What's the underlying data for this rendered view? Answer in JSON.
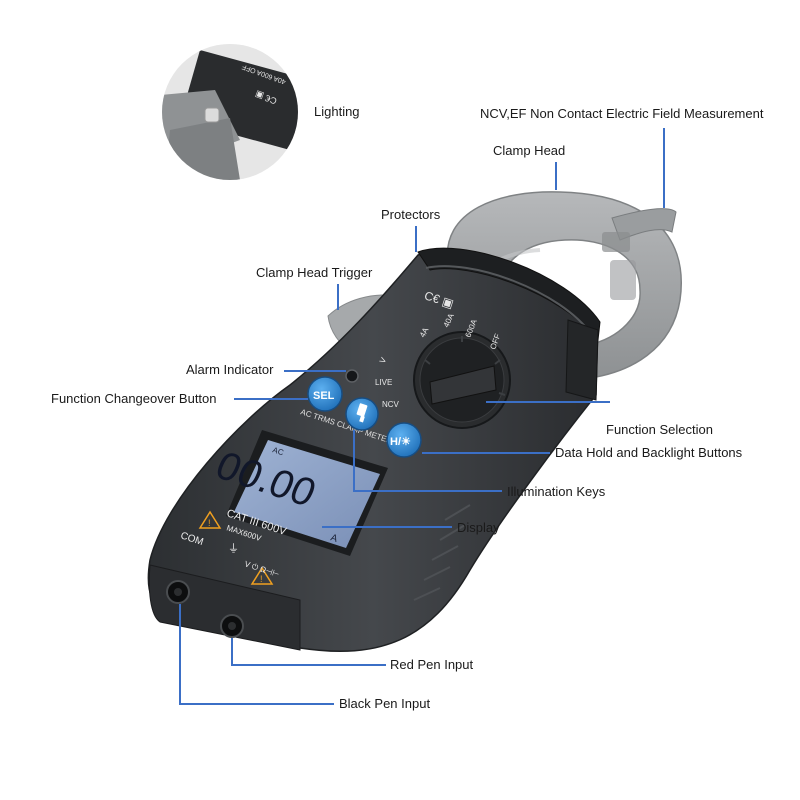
{
  "labels": {
    "lighting": "Lighting",
    "ncv": "NCV,EF Non Contact Electric Field Measurement",
    "clamp_head": "Clamp Head",
    "protectors": "Protectors",
    "clamp_trigger": "Clamp Head Trigger",
    "alarm": "Alarm Indicator",
    "function_changeover": "Function Changeover Button",
    "function_selection": "Function Selection",
    "data_hold": "Data Hold and Backlight Buttons",
    "illumination": "Illumination Keys",
    "display": "Display",
    "red_pen": "Red Pen Input",
    "black_pen": "Black Pen Input"
  },
  "device": {
    "dial_4a": "4A",
    "dial_40a": "40A",
    "dial_600a": "600A",
    "dial_off": "OFF",
    "dial_v": "V",
    "dial_live": "LIVE",
    "dial_ncv": "NCV",
    "btn_sel": "SEL",
    "btn_hold": "H/☀",
    "model_text": "AC TRMS CLAMP METER",
    "lcd_reading": "00.00",
    "lcd_ac": "AC",
    "lcd_unit": "A",
    "cat_rating": "CAT III 600V",
    "max_rating": "MAX600V",
    "com_label": "COM",
    "vohm_label": "V ⏻ Ω⊣⊢",
    "inset_marks": "40A 600A OFF"
  },
  "colors": {
    "callout_line": "#3b6fc6",
    "blue_button": "#2e86d6",
    "body": "#3a3d40",
    "clamp": "#a3a6a8",
    "lcd": "#8fa6c8"
  }
}
